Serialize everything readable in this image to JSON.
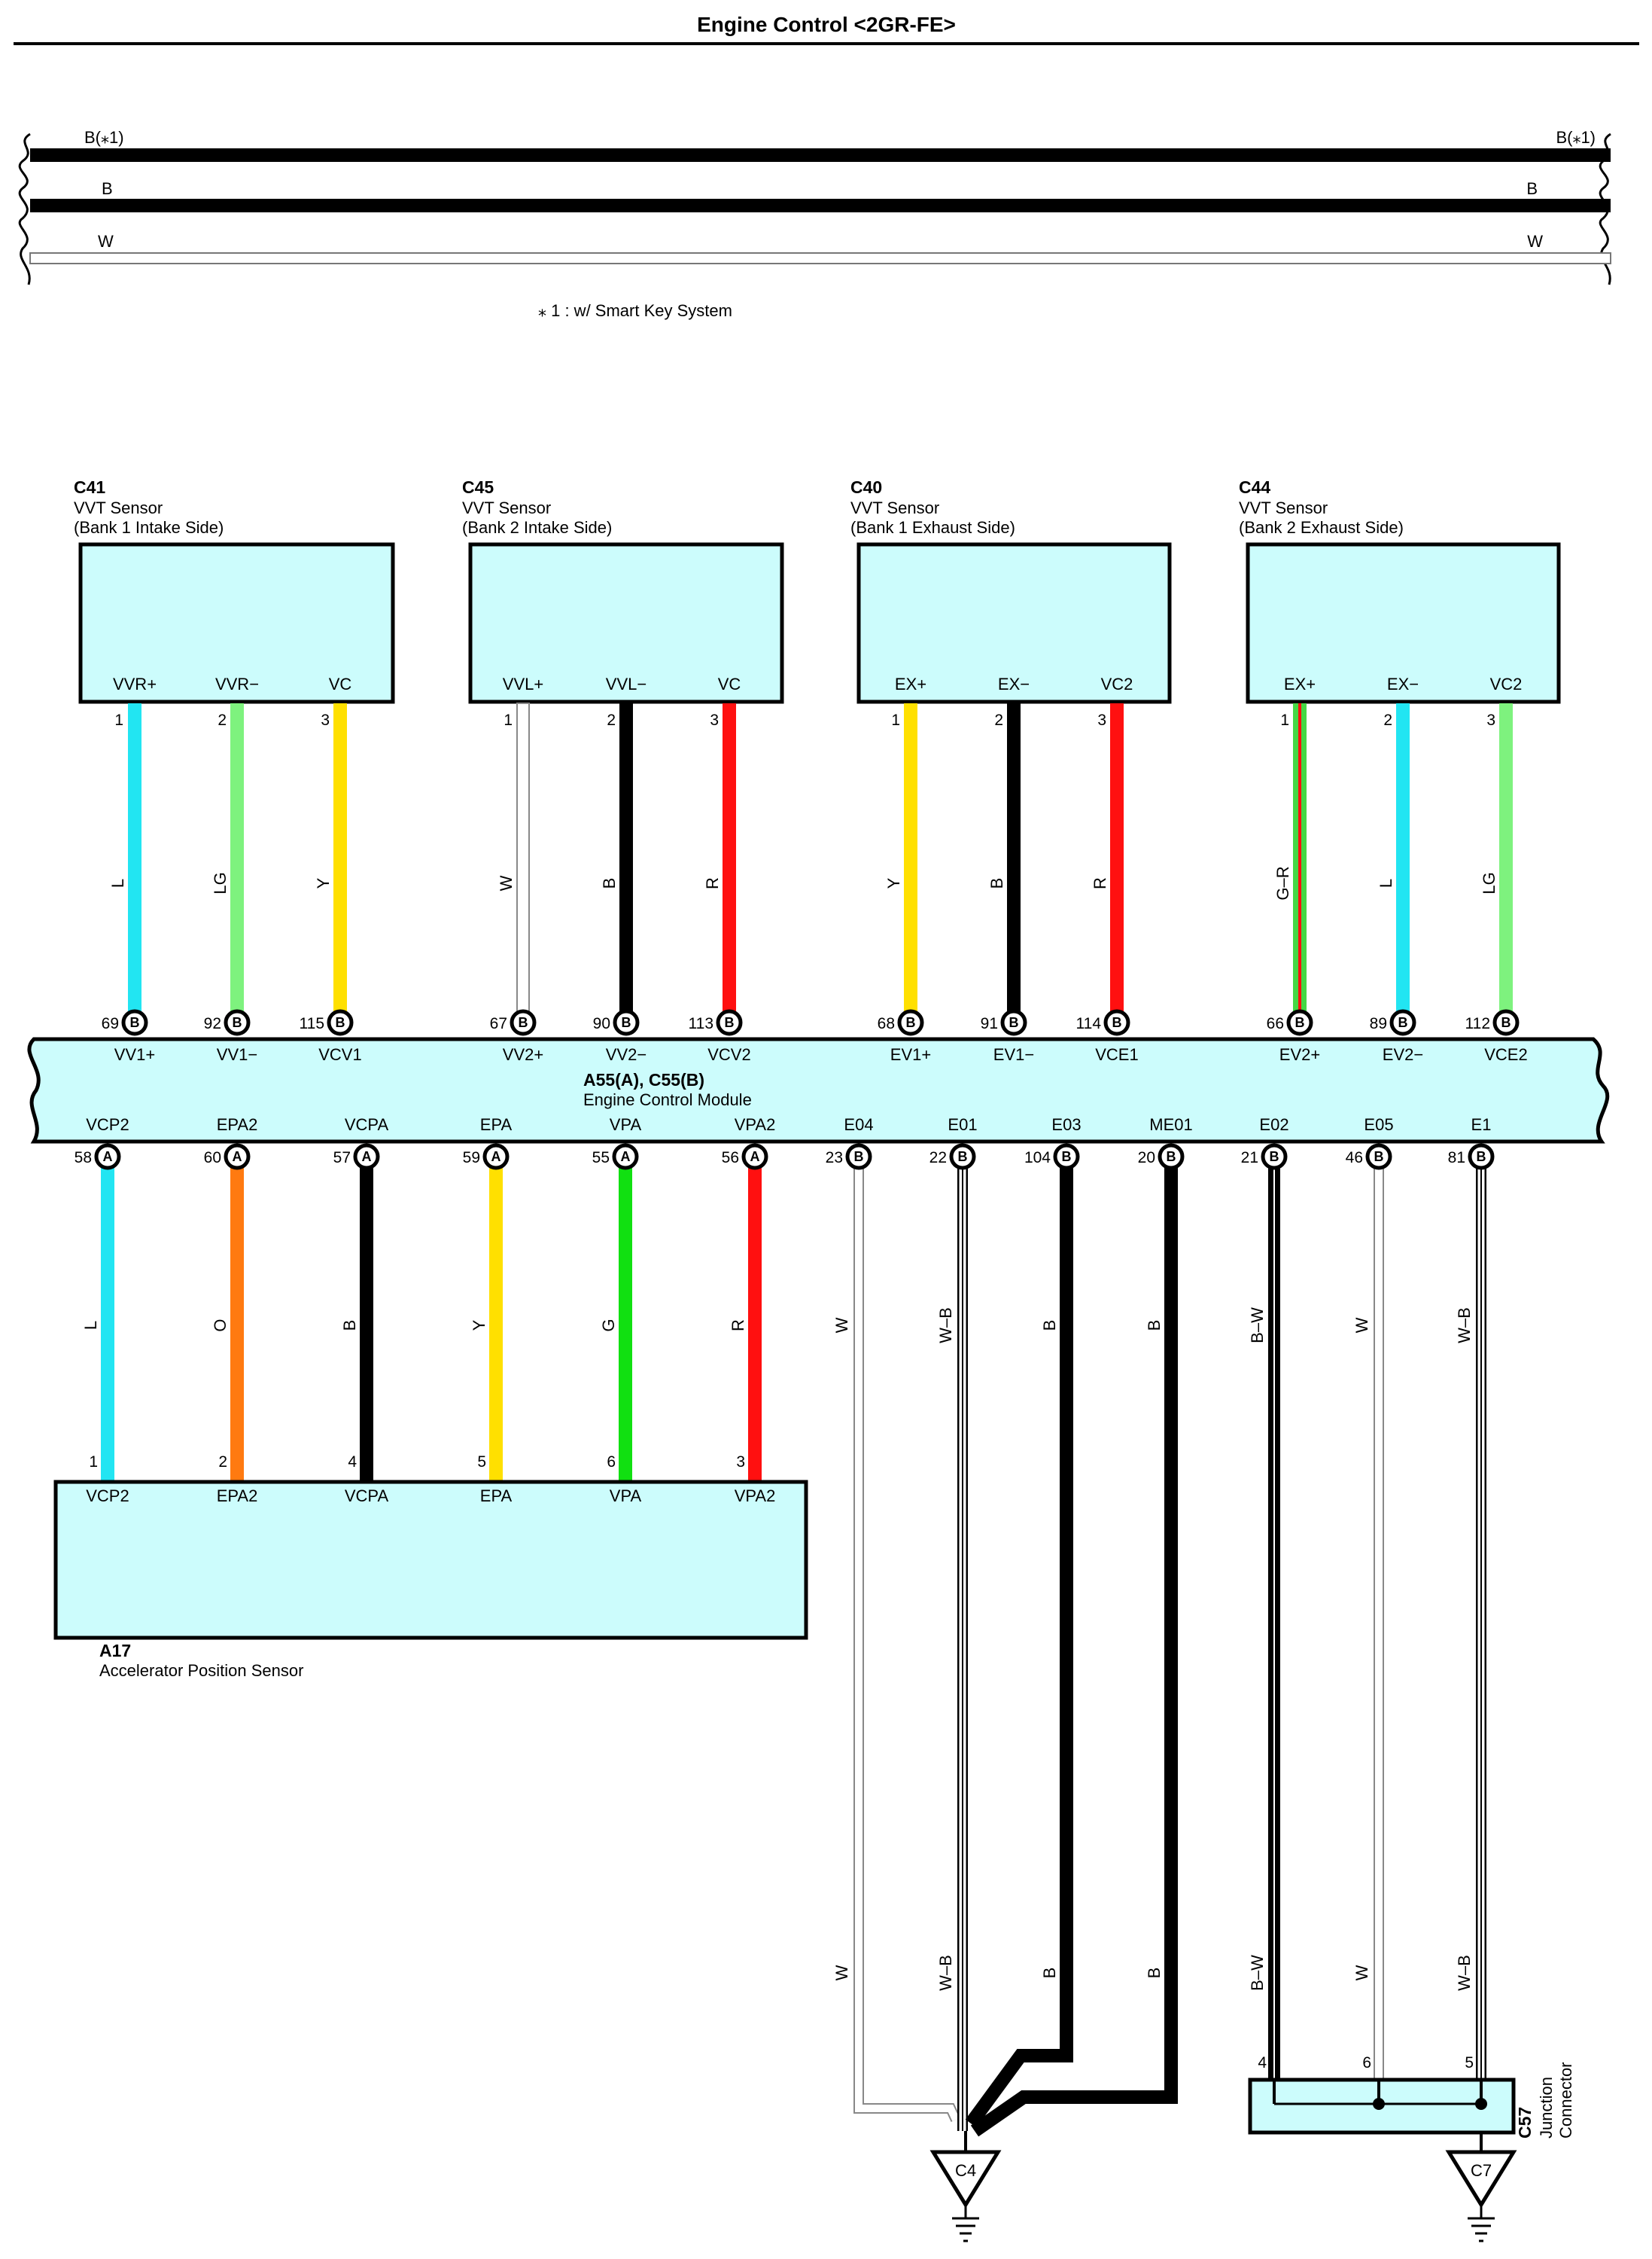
{
  "title": "Engine Control <2GR-FE>",
  "top_bus": {
    "wires": [
      {
        "label_left": "B(⁎1)",
        "label_right": "B(⁎1)",
        "color": "#000000"
      },
      {
        "label_left": "B",
        "label_right": "B",
        "color": "#000000"
      },
      {
        "label_left": "W",
        "label_right": "W",
        "color": "#ffffff"
      }
    ],
    "footnote": "⁎ 1 : w/ Smart Key System"
  },
  "sensors": [
    {
      "id": "C41",
      "name": "VVT Sensor",
      "desc": "(Bank 1 Intake Side)",
      "pins": [
        {
          "label": "VVR+",
          "num": "1",
          "wire": "L",
          "color": "#22e5f2",
          "ecm_num": "69",
          "ecm_conn": "B",
          "ecm_label": "VV1+"
        },
        {
          "label": "VVR−",
          "num": "2",
          "wire": "LG",
          "color": "#7ef27e",
          "ecm_num": "92",
          "ecm_conn": "B",
          "ecm_label": "VV1−"
        },
        {
          "label": "VC",
          "num": "3",
          "wire": "Y",
          "color": "#ffe000",
          "ecm_num": "115",
          "ecm_conn": "B",
          "ecm_label": "VCV1"
        }
      ]
    },
    {
      "id": "C45",
      "name": "VVT Sensor",
      "desc": "(Bank 2 Intake Side)",
      "pins": [
        {
          "label": "VVL+",
          "num": "1",
          "wire": "W",
          "color": "#ffffff",
          "ecm_num": "67",
          "ecm_conn": "B",
          "ecm_label": "VV2+"
        },
        {
          "label": "VVL−",
          "num": "2",
          "wire": "B",
          "color": "#000000",
          "ecm_num": "90",
          "ecm_conn": "B",
          "ecm_label": "VV2−"
        },
        {
          "label": "VC",
          "num": "3",
          "wire": "R",
          "color": "#ff1010",
          "ecm_num": "113",
          "ecm_conn": "B",
          "ecm_label": "VCV2"
        }
      ]
    },
    {
      "id": "C40",
      "name": "VVT Sensor",
      "desc": "(Bank 1 Exhaust Side)",
      "pins": [
        {
          "label": "EX+",
          "num": "1",
          "wire": "Y",
          "color": "#ffe000",
          "ecm_num": "68",
          "ecm_conn": "B",
          "ecm_label": "EV1+"
        },
        {
          "label": "EX−",
          "num": "2",
          "wire": "B",
          "color": "#000000",
          "ecm_num": "91",
          "ecm_conn": "B",
          "ecm_label": "EV1−"
        },
        {
          "label": "VC2",
          "num": "3",
          "wire": "R",
          "color": "#ff1010",
          "ecm_num": "114",
          "ecm_conn": "B",
          "ecm_label": "VCE1"
        }
      ]
    },
    {
      "id": "C44",
      "name": "VVT Sensor",
      "desc": "(Bank 2 Exhaust Side)",
      "pins": [
        {
          "label": "EX+",
          "num": "1",
          "wire": "G–R",
          "color": "#44d844",
          "stripe": "#ff1010",
          "ecm_num": "66",
          "ecm_conn": "B",
          "ecm_label": "EV2+"
        },
        {
          "label": "EX−",
          "num": "2",
          "wire": "L",
          "color": "#22e5f2",
          "ecm_num": "89",
          "ecm_conn": "B",
          "ecm_label": "EV2−"
        },
        {
          "label": "VC2",
          "num": "3",
          "wire": "LG",
          "color": "#7ef27e",
          "ecm_num": "112",
          "ecm_conn": "B",
          "ecm_label": "VCE2"
        }
      ]
    }
  ],
  "ecm": {
    "code": "A55(A), C55(B)",
    "name": "Engine Control Module",
    "fill": "#ccfcfc",
    "bottom_pins": [
      {
        "label": "VCP2",
        "num": "58",
        "conn": "A"
      },
      {
        "label": "EPA2",
        "num": "60",
        "conn": "A"
      },
      {
        "label": "VCPA",
        "num": "57",
        "conn": "A"
      },
      {
        "label": "EPA",
        "num": "59",
        "conn": "A"
      },
      {
        "label": "VPA",
        "num": "55",
        "conn": "A"
      },
      {
        "label": "VPA2",
        "num": "56",
        "conn": "A"
      },
      {
        "label": "E04",
        "num": "23",
        "conn": "B"
      },
      {
        "label": "E01",
        "num": "22",
        "conn": "B"
      },
      {
        "label": "E03",
        "num": "104",
        "conn": "B"
      },
      {
        "label": "ME01",
        "num": "20",
        "conn": "B"
      },
      {
        "label": "E02",
        "num": "21",
        "conn": "B"
      },
      {
        "label": "E05",
        "num": "46",
        "conn": "B"
      },
      {
        "label": "E1",
        "num": "81",
        "conn": "B"
      }
    ]
  },
  "aps": {
    "id": "A17",
    "name": "Accelerator Position Sensor",
    "pins": [
      {
        "label": "VCP2",
        "num": "1",
        "wire": "L",
        "color": "#22e5f2"
      },
      {
        "label": "EPA2",
        "num": "2",
        "wire": "O",
        "color": "#ff7a10"
      },
      {
        "label": "VCPA",
        "num": "4",
        "wire": "B",
        "color": "#000000"
      },
      {
        "label": "EPA",
        "num": "5",
        "wire": "Y",
        "color": "#ffe000"
      },
      {
        "label": "VPA",
        "num": "6",
        "wire": "G",
        "color": "#11e011"
      },
      {
        "label": "VPA2",
        "num": "3",
        "wire": "R",
        "color": "#ff1010"
      }
    ]
  },
  "ground_wires": [
    {
      "pin": "E04",
      "wire": "W",
      "color": "#ffffff"
    },
    {
      "pin": "E01",
      "wire": "W–B",
      "color": "#ffffff"
    },
    {
      "pin": "E03",
      "wire": "B",
      "color": "#000000"
    },
    {
      "pin": "ME01",
      "wire": "B",
      "color": "#000000"
    },
    {
      "pin": "E02",
      "wire": "B–W",
      "color": "#000000"
    },
    {
      "pin": "E05",
      "wire": "W",
      "color": "#ffffff"
    },
    {
      "pin": "E1",
      "wire": "W–B",
      "color": "#ffffff"
    }
  ],
  "junction": {
    "id": "C57",
    "name": "Junction",
    "name2": "Connector",
    "pins": [
      "4",
      "6",
      "5"
    ]
  },
  "grounds": [
    {
      "id": "C4"
    },
    {
      "id": "C7"
    }
  ]
}
